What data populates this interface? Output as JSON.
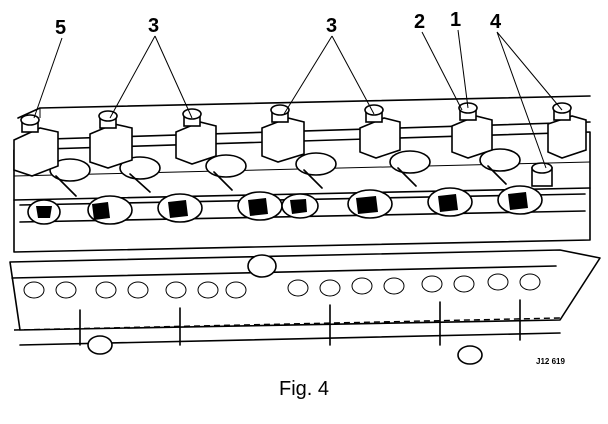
{
  "figure": {
    "callouts": [
      {
        "id": "c5",
        "label": "5"
      },
      {
        "id": "c3a",
        "label": "3"
      },
      {
        "id": "c3b",
        "label": "3"
      },
      {
        "id": "c2",
        "label": "2"
      },
      {
        "id": "c1",
        "label": "1"
      },
      {
        "id": "c4",
        "label": "4"
      }
    ],
    "reference_code": "J12 619",
    "caption": "Fig. 4"
  }
}
